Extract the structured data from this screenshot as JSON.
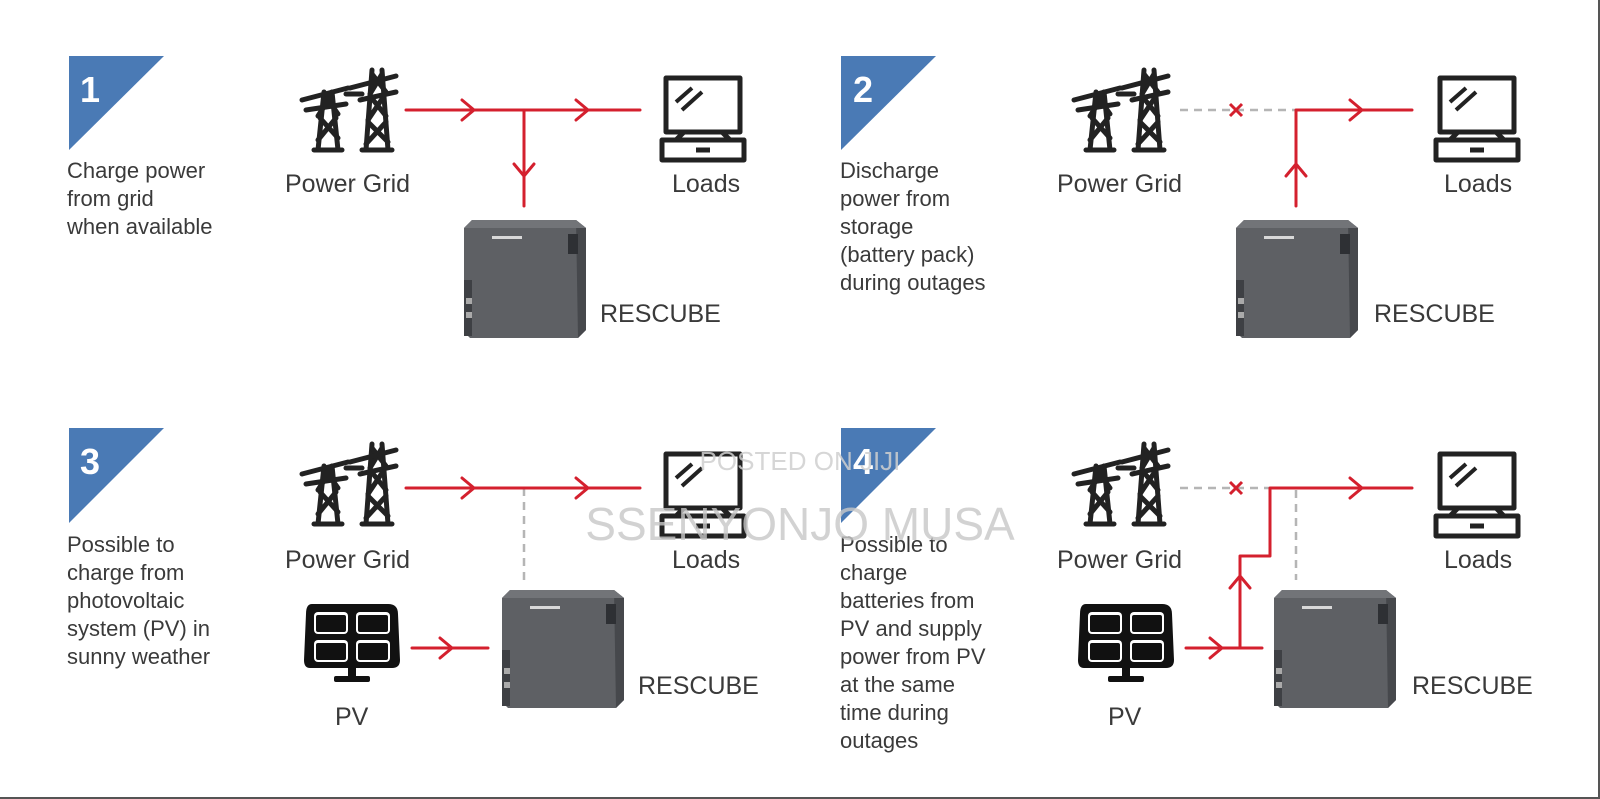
{
  "panels": [
    {
      "number": "1",
      "description": [
        "Charge power",
        "from grid",
        "when available"
      ],
      "labels": {
        "grid": "Power Grid",
        "loads": "Loads",
        "storage": "RESCUBE"
      }
    },
    {
      "number": "2",
      "description": [
        "Discharge",
        "power from",
        "storage",
        "(battery pack)",
        "during outages"
      ],
      "labels": {
        "grid": "Power Grid",
        "loads": "Loads",
        "storage": "RESCUBE"
      }
    },
    {
      "number": "3",
      "description": [
        "Possible to",
        "charge from",
        "photovoltaic",
        "system (PV) in",
        "sunny weather"
      ],
      "labels": {
        "grid": "Power Grid",
        "loads": "Loads",
        "storage": "RESCUBE",
        "pv": "PV"
      }
    },
    {
      "number": "4",
      "description": [
        "Possible to",
        "charge",
        "batteries from",
        "PV and supply",
        "power from PV",
        "at the same",
        "time during",
        "outages"
      ],
      "labels": {
        "grid": "Power Grid",
        "loads": "Loads",
        "storage": "RESCUBE",
        "pv": "PV"
      }
    }
  ],
  "watermark": {
    "line1": "POSTED ON JIJI",
    "line2": "SSENYONJO MUSA"
  },
  "colors": {
    "badge": "#4a7ab5",
    "flow": "#d4202e",
    "inactive": "#b5b5b5",
    "icon": "#222222",
    "battery": "#5e6064"
  }
}
